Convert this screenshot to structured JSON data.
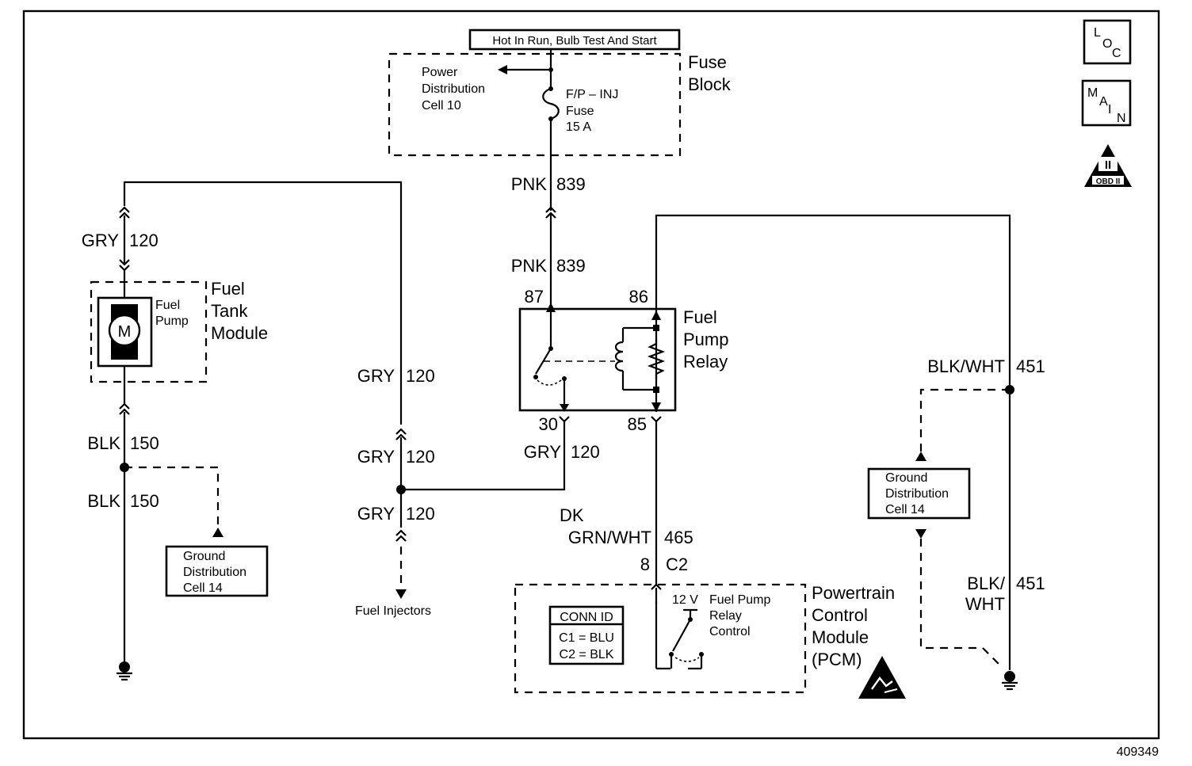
{
  "header": {
    "title": "Hot In Run, Bulb Test And Start"
  },
  "icons": {
    "loc": [
      "L",
      "O",
      "C"
    ],
    "main": [
      "M",
      "A",
      "I",
      "N"
    ],
    "obd_numeral": "II",
    "obd_label": "OBD II"
  },
  "fuse_block": {
    "name_line1": "Fuse",
    "name_line2": "Block",
    "power_dist": [
      "Power",
      "Distribution",
      "Cell 10"
    ],
    "fuse": [
      "F/P – INJ",
      "Fuse",
      "15 A"
    ]
  },
  "wires": {
    "pnk_color": "PNK",
    "pnk_num": "839",
    "gry_color": "GRY",
    "gry_num": "120",
    "blk_color": "BLK",
    "blk_num": "150",
    "dkgrn_line1": "DK",
    "dkgrn_line2": "GRN/WHT",
    "dkgrn_num": "465",
    "blkwht": "BLK/WHT",
    "blkwht_num": "451",
    "blkwht2_line1": "BLK/",
    "blkwht2_line2": "WHT"
  },
  "relay": {
    "name": [
      "Fuel",
      "Pump",
      "Relay"
    ],
    "pin87": "87",
    "pin86": "86",
    "pin30": "30",
    "pin85": "85"
  },
  "tank_module": {
    "name": [
      "Fuel",
      "Tank",
      "Module"
    ],
    "pump": [
      "Fuel",
      "Pump"
    ],
    "motor": "M"
  },
  "ground_dist": [
    "Ground",
    "Distribution",
    "Cell 14"
  ],
  "injectors": "Fuel Injectors",
  "pcm": {
    "name": [
      "Powertrain",
      "Control",
      "Module",
      "(PCM)"
    ],
    "pin": "8",
    "conn": "C2",
    "voltage": "12 V",
    "control": [
      "Fuel Pump",
      "Relay",
      "Control"
    ],
    "conn_id_title": "CONN ID",
    "conn_c1": "C1 = BLU",
    "conn_c2": "C2 = BLK"
  },
  "figure_number": "409349"
}
